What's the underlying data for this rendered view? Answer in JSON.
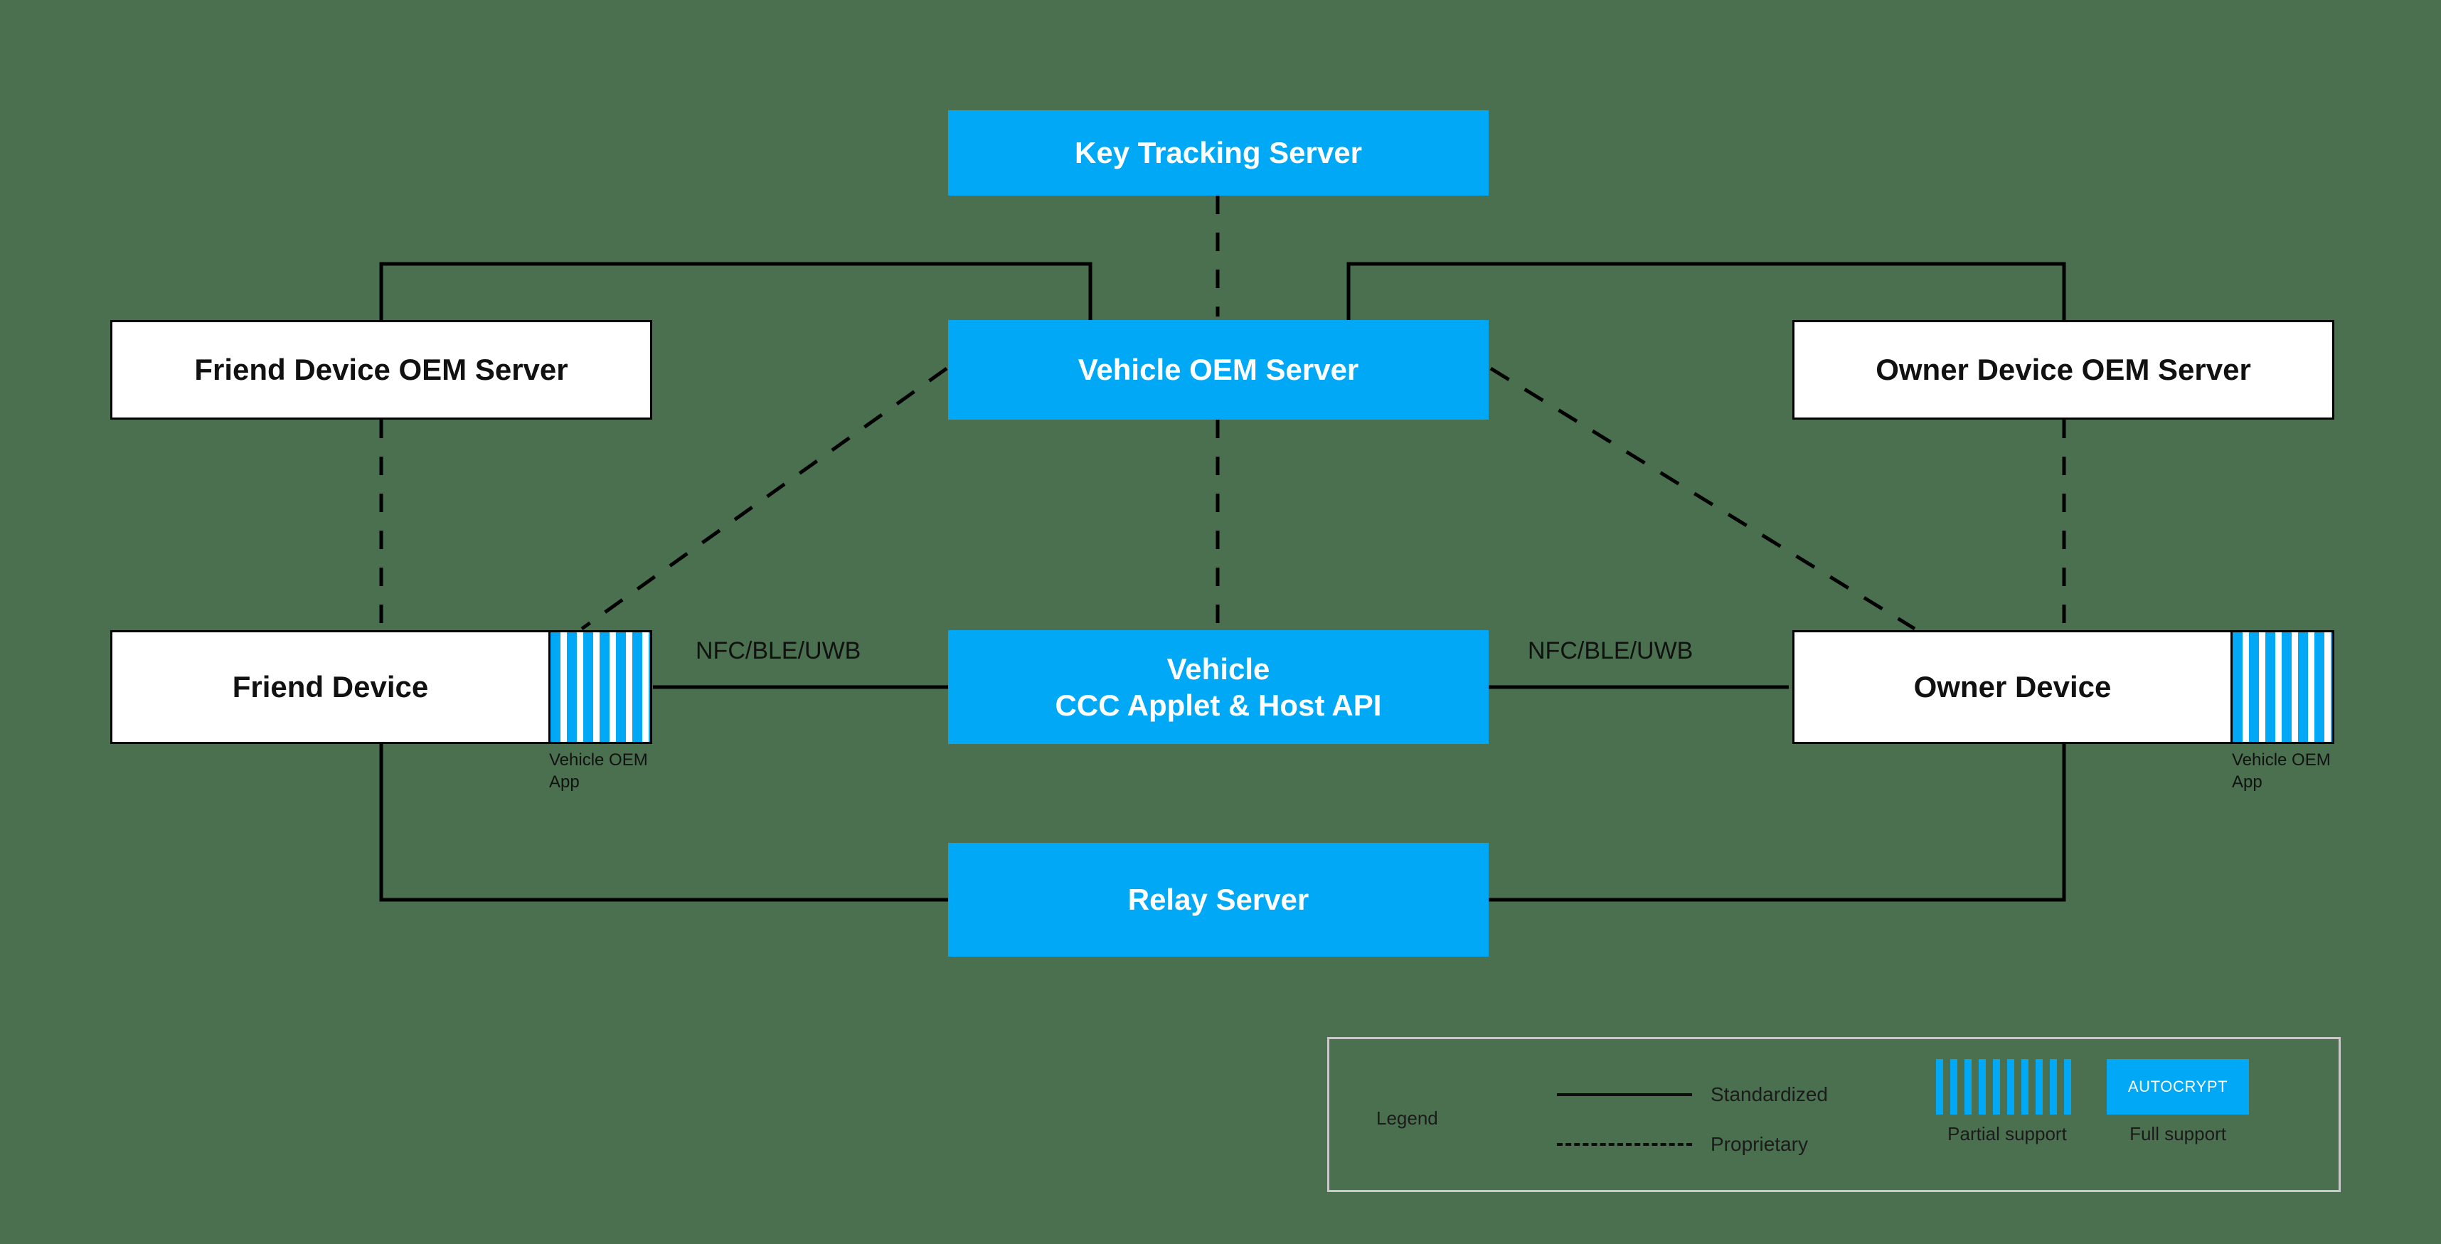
{
  "diagram": {
    "background_color": "#4a704f",
    "accent_color": "#00a8f5",
    "line_color": "#000000",
    "nodes": {
      "key_tracking_server": "Key Tracking Server",
      "friend_device_oem_server": "Friend Device OEM Server",
      "vehicle_oem_server": "Vehicle OEM Server",
      "owner_device_oem_server": "Owner Device OEM Server",
      "friend_device": "Friend Device",
      "vehicle": "Vehicle\nCCC Applet & Host API",
      "vehicle_line1": "Vehicle",
      "vehicle_line2": "CCC Applet & Host API",
      "owner_device": "Owner Device",
      "relay_server": "Relay Server"
    },
    "captions": {
      "friend_device_app": "Vehicle OEM\nApp",
      "owner_device_app": "Vehicle OEM\nApp"
    },
    "edge_labels": {
      "left_radio": "NFC/BLE/UWB",
      "right_radio": "NFC/BLE/UWB"
    }
  },
  "legend": {
    "title": "Legend",
    "standardized_label": "Standardized",
    "proprietary_label": "Proprietary",
    "partial_support_label": "Partial support",
    "full_support_label": "Full support",
    "brand_label": "AUTOCRYPT"
  }
}
